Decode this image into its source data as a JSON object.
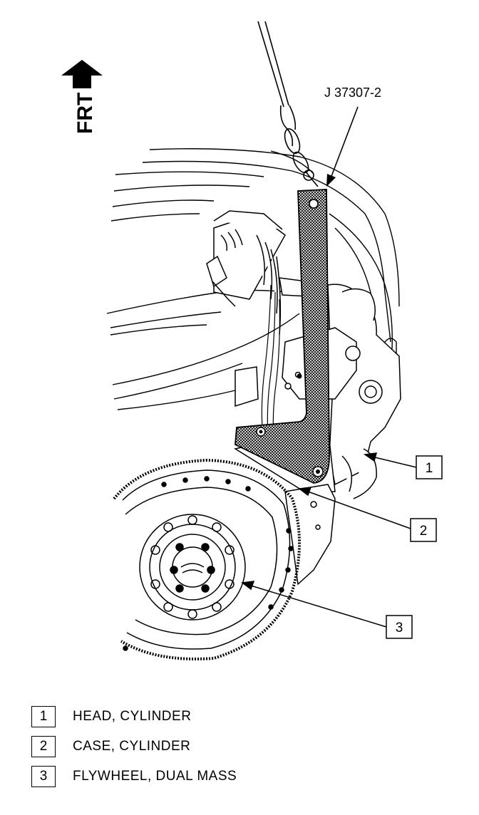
{
  "frt_label": "FRT",
  "tool_label": "J 37307-2",
  "callouts": [
    "1",
    "2",
    "3"
  ],
  "legend": [
    {
      "number": "1",
      "text": "HEAD, CYLINDER"
    },
    {
      "number": "2",
      "text": "CASE, CYLINDER"
    },
    {
      "number": "3",
      "text": "FLYWHEEL, DUAL MASS"
    }
  ],
  "colors": {
    "ink": "#000000",
    "paper": "#ffffff"
  }
}
